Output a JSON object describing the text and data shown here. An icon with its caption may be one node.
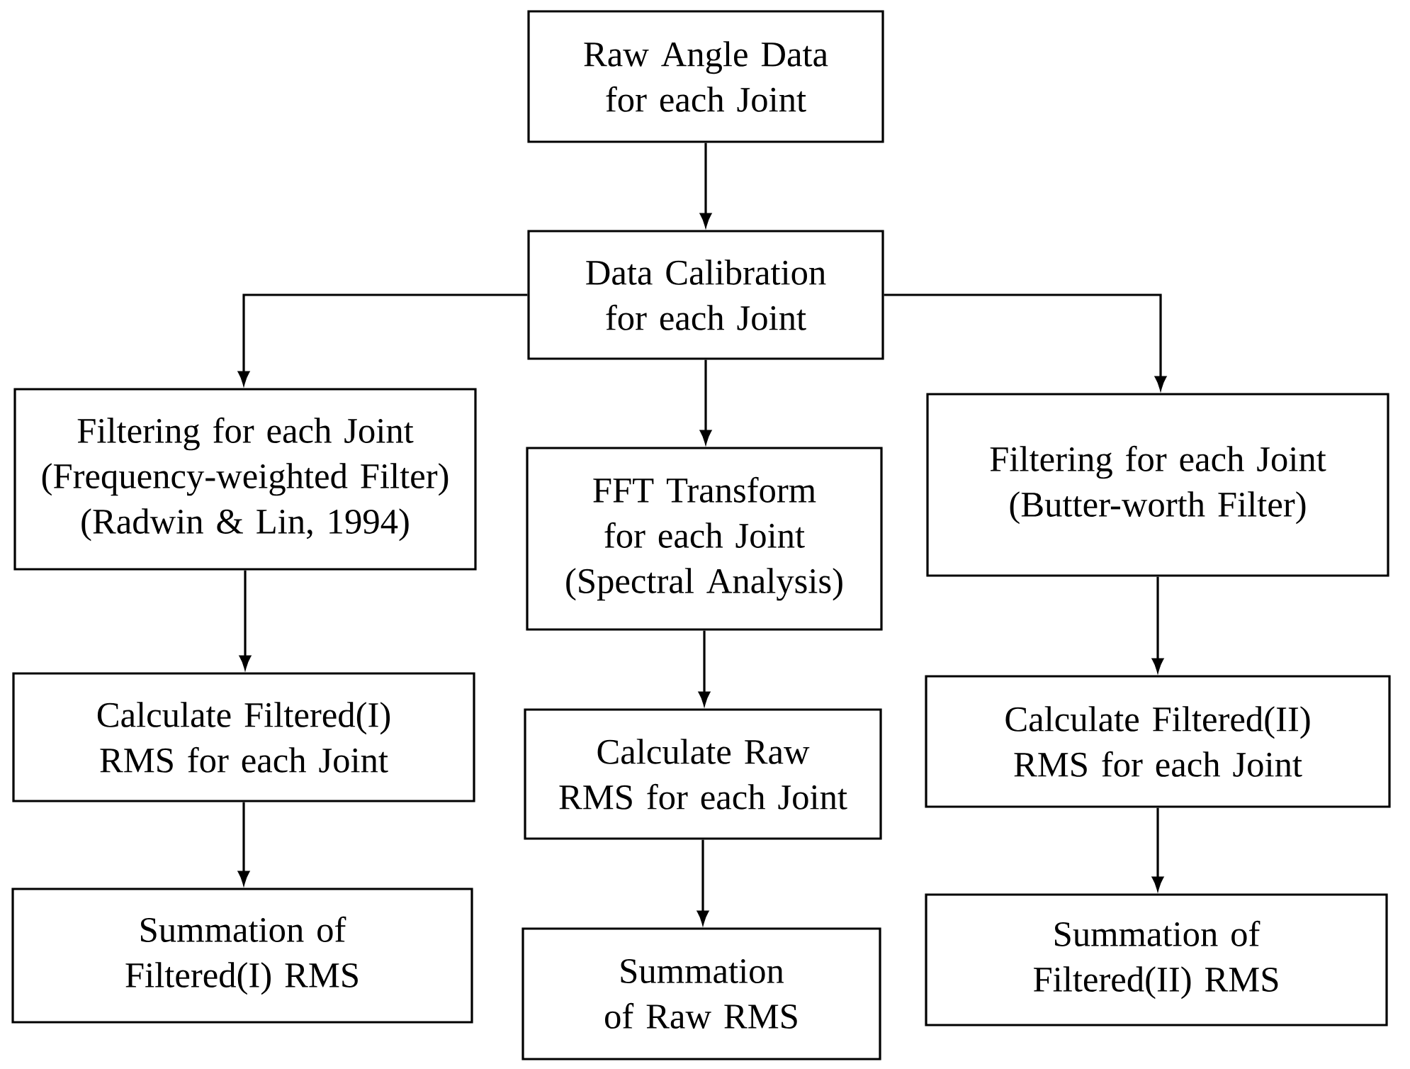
{
  "diagram": {
    "nodes": [
      {
        "text": [
          "Raw Angle Data for each Joint"
        ]
      },
      {
        "text": [
          "Data Calibration for each Joint"
        ]
      },
      {
        "text": [
          "Filtering for each Joint (Frequency-weighted Filter) (Radwin & Lin, 1994)"
        ]
      },
      {
        "text": [
          "FFT Transform for each Joint (Spectral Analysis)"
        ]
      },
      {
        "text": [
          "Filtering for each Joint (Butter-worth Filter)"
        ]
      },
      {
        "text": [
          "Calculate Filtered(I) RMS for each Joint"
        ]
      },
      {
        "text": [
          "Calculate Raw RMS for each Joint"
        ]
      },
      {
        "text": [
          "Calculate Filtered(II) RMS for each Joint"
        ]
      },
      {
        "text": [
          "Summation of Filtered(I) RMS"
        ]
      },
      {
        "text": [
          "Summation of Raw RMS"
        ]
      },
      {
        "text": [
          "Summation of Filtered(II) RMS"
        ]
      }
    ],
    "edges": [
      {
        "from": 0,
        "to": 1,
        "arrow": "to"
      },
      {
        "from": 1,
        "to": 2,
        "arrow": "to"
      },
      {
        "from": 1,
        "to": 3,
        "arrow": "to"
      },
      {
        "from": 1,
        "to": 4,
        "arrow": "to"
      },
      {
        "from": 2,
        "to": 5,
        "arrow": "to"
      },
      {
        "from": 3,
        "to": 6,
        "arrow": "to"
      },
      {
        "from": 4,
        "to": 7,
        "arrow": "to"
      },
      {
        "from": 5,
        "to": 8,
        "arrow": "to"
      },
      {
        "from": 6,
        "to": 9,
        "arrow": "to"
      },
      {
        "from": 7,
        "to": 10,
        "arrow": "to"
      }
    ]
  }
}
